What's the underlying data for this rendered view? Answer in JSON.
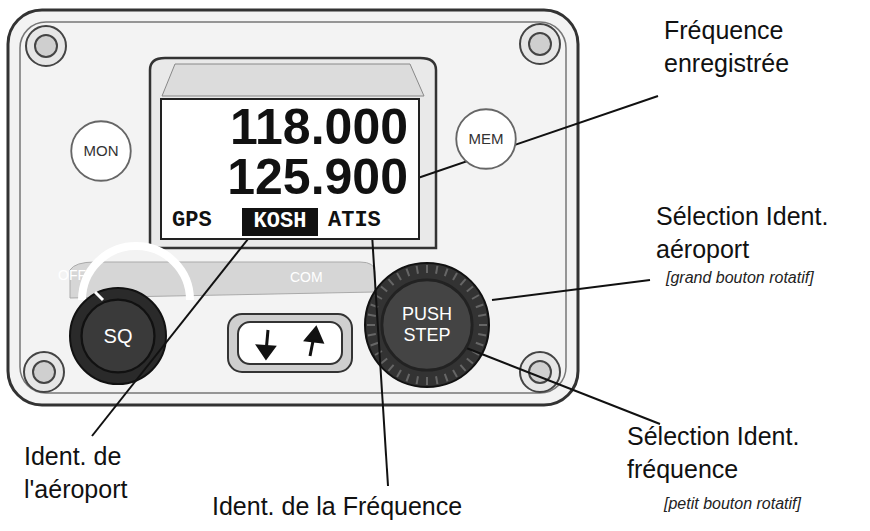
{
  "diagram": {
    "nodes": [
      {
        "text": [
          "MON"
        ]
      },
      {
        "text": [
          "118.000",
          "125.900",
          "GPS",
          "ATIS"
        ]
      },
      {
        "text": [
          "KOSH"
        ],
        "in": 1
      },
      {
        "text": [
          "MEM"
        ]
      },
      {
        "text": [
          "SQ"
        ]
      },
      {
        "text": [
          "PUSH STEP"
        ]
      }
    ],
    "labels": [
      "OFF",
      "COM",
      "Fréquence enregistrée",
      "Sélection Ident. aéroport",
      "[grand bouton rotatif]",
      "Sélection Ident. fréquence",
      "[petit bouton rotatif]",
      "Ident. de l'aéroport",
      "Ident. de la Fréquence"
    ]
  }
}
